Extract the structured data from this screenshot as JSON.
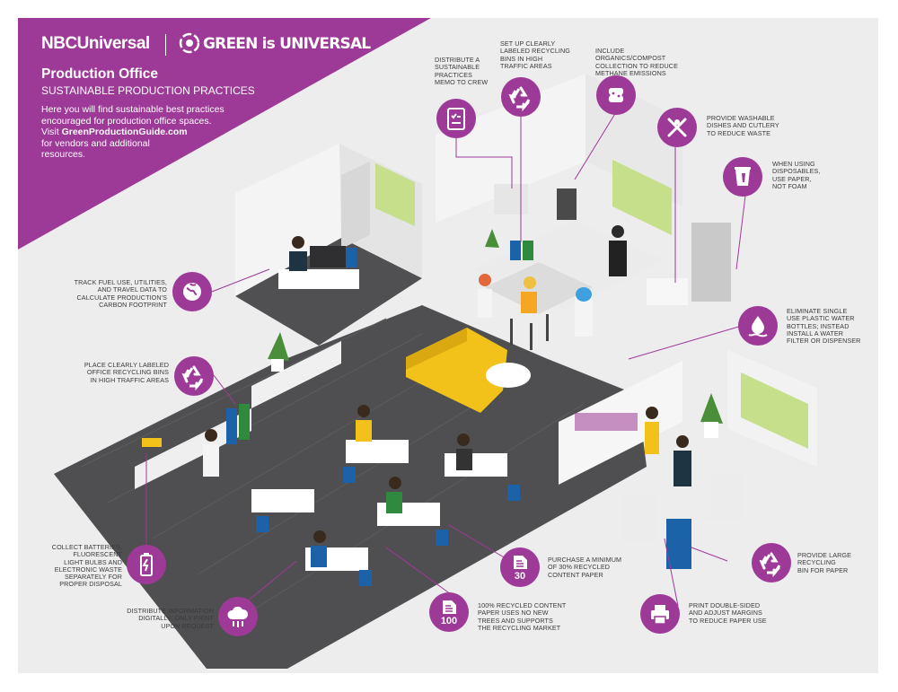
{
  "header": {
    "brand": "NBCUniversal",
    "campaign": "GREEN is UNIVERSAL",
    "title": "Production Office",
    "subtitle": "SUSTAINABLE PRODUCTION PRACTICES",
    "intro_line1": "Here you will find sustainable best practices",
    "intro_line2": "encouraged for production office spaces.",
    "intro_visit": "Visit",
    "intro_link": "GreenProductionGuide.com",
    "intro_line4": "for vendors and additional",
    "intro_line5": "resources."
  },
  "colors": {
    "accent": "#9d3a97",
    "floor": "#4f4f51",
    "wall": "#f2f2f2",
    "sofa": "#f2c21b",
    "panel": "#ededed"
  },
  "callouts": [
    {
      "id": "memo",
      "icon": "clipboard-icon",
      "text": "DISTRIBUTE A\nSUSTAINABLE\nPRACTICES\nMEMO TO CREW"
    },
    {
      "id": "kitchen-bins",
      "icon": "recycle-icon",
      "text": "SET UP CLEARLY\nLABELED RECYCLING\nBINS IN HIGH\nTRAFFIC AREAS"
    },
    {
      "id": "compost",
      "icon": "apple-core-icon",
      "text": "INCLUDE ORGANICS/COMPOST\nCOLLECTION TO REDUCE\nMETHANE EMISSIONS"
    },
    {
      "id": "dishes",
      "icon": "fork-knife-icon",
      "text": "PROVIDE WASHABLE\nDISHES AND CUTLERY\nTO REDUCE WASTE"
    },
    {
      "id": "paper-cups",
      "icon": "cup-icon",
      "text": "WHEN USING\nDISPOSABLES,\nUSE PAPER,\nNOT FOAM"
    },
    {
      "id": "carbon",
      "icon": "globe-icon",
      "text": "TRACK FUEL USE, UTILITIES,\nAND TRAVEL DATA TO\nCALCULATE PRODUCTION'S\nCARBON FOOTPRINT"
    },
    {
      "id": "water",
      "icon": "water-drop-icon",
      "text": "ELIMINATE SINGLE\nUSE PLASTIC WATER\nBOTTLES; INSTEAD\nINSTALL A WATER\nFILTER OR DISPENSER"
    },
    {
      "id": "office-bins",
      "icon": "recycle-icon",
      "text": "PLACE CLEARLY LABELED\nOFFICE RECYCLING BINS\nIN HIGH TRAFFIC AREAS"
    },
    {
      "id": "batteries",
      "icon": "battery-icon",
      "text": "COLLECT BATTERIES,\nFLUORESCENT\nLIGHT BULBS AND\nELECTRONIC WASTE\nSEPARATELY FOR\nPROPER DISPOSAL"
    },
    {
      "id": "digital",
      "icon": "cloud-icon",
      "text": "DISTRIBUTE INFORMATION\nDIGITALLY; ONLY PRINT\nUPON REQUEST"
    },
    {
      "id": "paper30",
      "icon": "document-30-icon",
      "badge": "30",
      "text": "PURCHASE A MINIMUM\nOF 30% RECYCLED\nCONTENT PAPER"
    },
    {
      "id": "paper100",
      "icon": "document-100-icon",
      "badge": "100",
      "text": "100% RECYCLED CONTENT\nPAPER USES NO NEW\nTREES AND SUPPORTS\nTHE RECYCLING MARKET"
    },
    {
      "id": "double-sided",
      "icon": "printer-icon",
      "text": "PRINT DOUBLE-SIDED\nAND ADJUST MARGINS\nTO REDUCE PAPER USE"
    },
    {
      "id": "paper-bin",
      "icon": "recycle-icon",
      "text": "PROVIDE LARGE\nRECYCLING\nBIN FOR PAPER"
    }
  ]
}
